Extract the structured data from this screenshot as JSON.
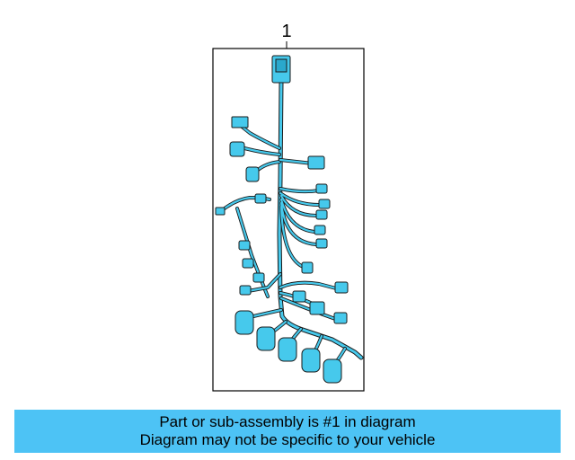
{
  "diagram": {
    "callout_number": "1",
    "part_type": "wiring-harness",
    "harness_color": "#46c9ec",
    "outline_color": "#000000"
  },
  "banner": {
    "line1": "Part or sub-assembly is #1 in diagram",
    "line2": "Diagram may not be specific to your vehicle",
    "background_color": "#4dc3f5"
  }
}
